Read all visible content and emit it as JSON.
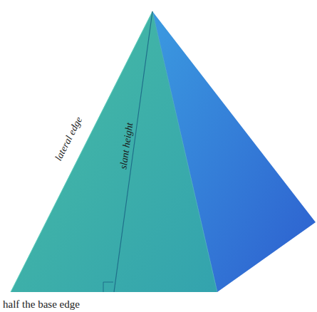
{
  "diagram": {
    "labels": [
      "lateral edge",
      "slant height",
      "half the base edge"
    ]
  }
}
